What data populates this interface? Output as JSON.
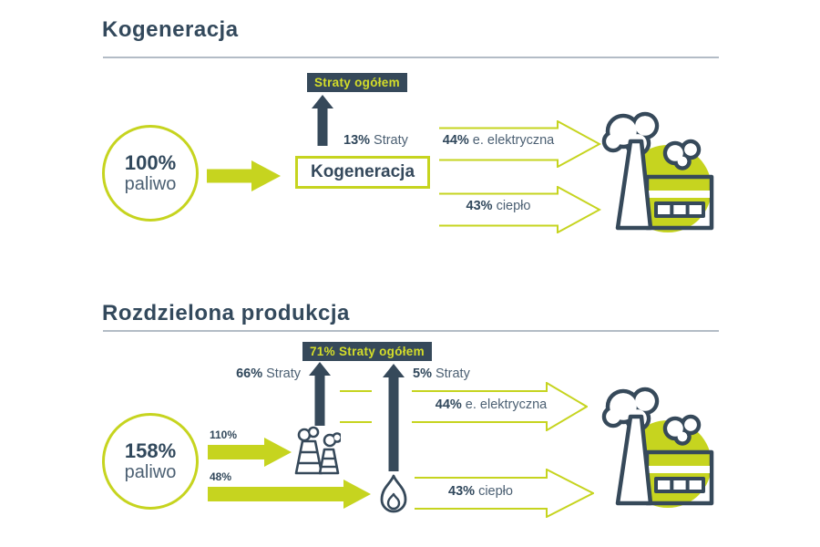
{
  "colors": {
    "navy": "#36495A",
    "lime": "#C6D41F",
    "badge_text": "#D5DE29",
    "rule_gray": "#B3BCC6",
    "text_bold": "#31485C",
    "text_regular": "#4C6073"
  },
  "top": {
    "title": "Kogeneracja",
    "badge": "Straty ogółem",
    "loss": {
      "pct": "13%",
      "label": "Straty"
    },
    "input": {
      "pct": "100%",
      "label": "paliwo"
    },
    "box_label": "Kogeneracja",
    "output_electric": {
      "pct": "44%",
      "label": "e. elektryczna"
    },
    "output_heat": {
      "pct": "43%",
      "label": "ciepło"
    }
  },
  "bottom": {
    "title": "Rozdzielona produkcja",
    "badge": {
      "pct": "71%",
      "label": "Straty ogółem"
    },
    "loss_left": {
      "pct": "66%",
      "label": "Straty"
    },
    "loss_right": {
      "pct": "5%",
      "label": "Straty"
    },
    "input": {
      "pct": "158%",
      "label": "paliwo"
    },
    "flow_electric_pct": "110%",
    "flow_heat_pct": "48%",
    "output_electric": {
      "pct": "44%",
      "label": "e. elektryczna"
    },
    "output_heat": {
      "pct": "43%",
      "label": "ciepło"
    }
  },
  "icons": {
    "factory": "factory-icon",
    "power_plant": "power-plant-icon",
    "flame": "flame-icon",
    "up_arrow": "up-arrow-icon",
    "flow_arrow": "flow-arrow-icon"
  }
}
